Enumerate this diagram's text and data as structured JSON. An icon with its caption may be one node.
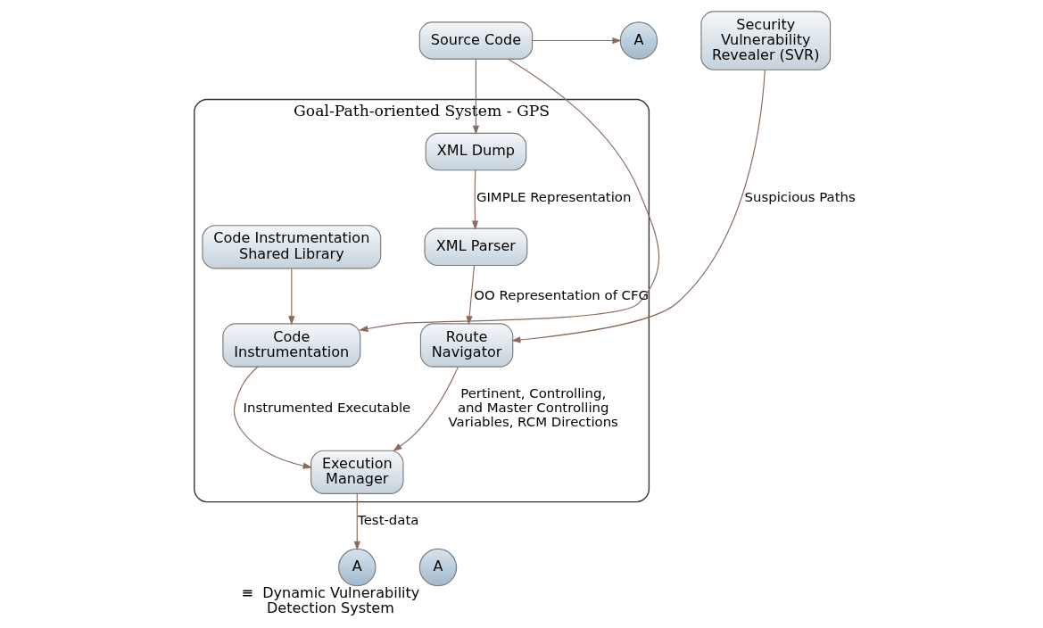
{
  "diagram": {
    "nodes": [
      {
        "text": [
          "A"
        ]
      },
      {
        "text": [
          "Source Code"
        ]
      },
      {
        "text": [
          "Security Vulnerability Revealer (SVR)"
        ]
      },
      {
        "text": [
          "Goal-Path-oriented System - GPS"
        ]
      },
      {
        "text": [
          "XML Dump"
        ],
        "in": 3
      },
      {
        "text": [
          "XML Parser"
        ],
        "in": 3
      },
      {
        "text": [
          "Route Navigator"
        ],
        "in": 3
      },
      {
        "text": [
          "Code Instrumentation"
        ],
        "in": 3
      },
      {
        "text": [
          "Execution Manager"
        ],
        "in": 3
      },
      {
        "text": [
          "Code Instrumentation Shared Library"
        ],
        "in": 3
      },
      {
        "text": [
          "A"
        ]
      },
      {
        "text": [
          "A"
        ],
        "beside": [
          "≡",
          "Dynamic Vulnerability Detection System"
        ]
      }
    ],
    "edges": [
      {
        "from": 1,
        "to": 0,
        "arrow": "to"
      },
      {
        "from": 1,
        "to": 4,
        "arrow": "to"
      },
      {
        "from": 1,
        "to": 7,
        "arrow": "to"
      },
      {
        "from": 4,
        "to": 5,
        "arrow": "to",
        "label": "GIMPLE Representation"
      },
      {
        "from": 5,
        "to": 6,
        "arrow": "to",
        "label": "OO Representation of CFG"
      },
      {
        "from": 2,
        "to": 6,
        "arrow": "to",
        "label": "Suspicious Paths"
      },
      {
        "from": 6,
        "to": 8,
        "arrow": "to",
        "label": "Pertinent, Controlling, and Master Controlling Variables, RCM Directions"
      },
      {
        "from": 7,
        "to": 8,
        "arrow": "to",
        "label": "Instrumented Executable"
      },
      {
        "from": 9,
        "to": 7,
        "arrow": "to"
      },
      {
        "from": 8,
        "to": 10,
        "arrow": "to",
        "label": "Test-data"
      }
    ]
  }
}
